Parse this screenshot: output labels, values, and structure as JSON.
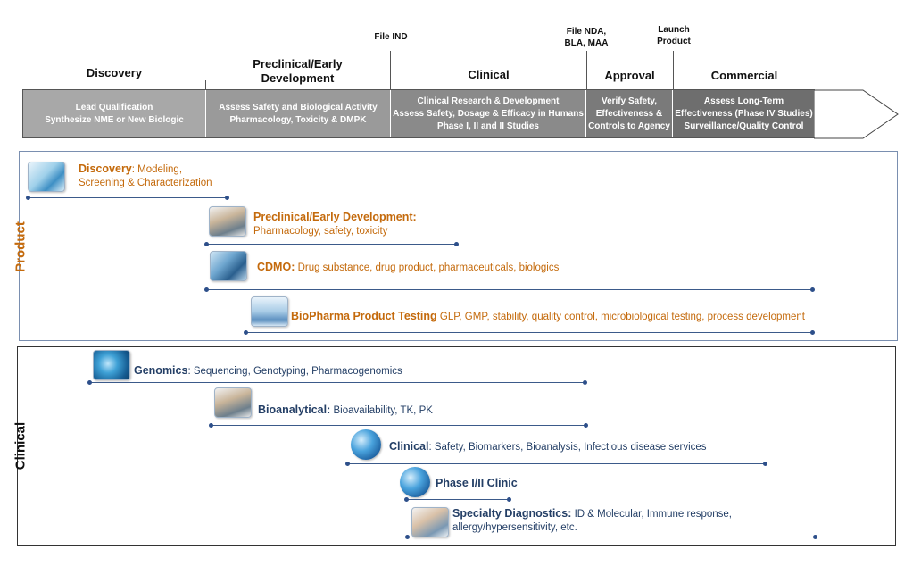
{
  "milestones": {
    "file_ind": "File IND",
    "file_nda": [
      "File NDA,",
      "BLA, MAA"
    ],
    "launch": [
      "Launch",
      "Product"
    ]
  },
  "phases": [
    {
      "title": [
        "Discovery"
      ],
      "band": [
        "Lead Qualification",
        "Synthesize NME or New Biologic"
      ],
      "color": "#a8a8a8"
    },
    {
      "title": [
        "Preclinical/Early",
        "Development"
      ],
      "band": [
        "Assess Safety and Biological Activity",
        "Pharmacology, Toxicity & DMPK"
      ],
      "color": "#9a9a9a"
    },
    {
      "title": [
        "Clinical"
      ],
      "band": [
        "Clinical Research & Development",
        "Assess Safety, Dosage & Efficacy in Humans",
        "Phase I, II and II Studies"
      ],
      "color": "#8a8a8a"
    },
    {
      "title": [
        "Approval"
      ],
      "band": [
        "Verify Safety,",
        "Effectiveness &",
        "Controls to Agency"
      ],
      "color": "#7a7a7a"
    },
    {
      "title": [
        "Commercial"
      ],
      "band": [
        "Assess Long-Term",
        "Effectiveness (Phase IV Studies)",
        "Surveillance/Quality Control"
      ],
      "color": "#6e6e6e"
    }
  ],
  "product_panel": {
    "label": "Product",
    "label_color": "#c46a0c",
    "items": [
      {
        "name": "Discovery",
        "sep": ": ",
        "line1": "Modeling,",
        "line2": "Screening & Characterization"
      },
      {
        "name": "Preclinical/Early Development:",
        "sep": "",
        "line1": "",
        "line2": "Pharmacology, safety, toxicity"
      },
      {
        "name": "CDMO:",
        "sep": " ",
        "line1": "Drug substance, drug product, pharmaceuticals, biologics",
        "line2": ""
      },
      {
        "name": "BioPharma Product Testing",
        "sep": " ",
        "line1": "GLP, GMP, stability, quality control,  microbiological testing, process development",
        "line2": ""
      }
    ]
  },
  "clinical_panel": {
    "label": "Clinical",
    "label_color": "#111111",
    "items": [
      {
        "name": "Genomics",
        "sep": ": ",
        "line1": "Sequencing, Genotyping, Pharmacogenomics",
        "line2": ""
      },
      {
        "name": "Bioanalytical:",
        "sep": " ",
        "line1": "Bioavailability, TK, PK",
        "line2": ""
      },
      {
        "name": "Clinical",
        "sep": ": ",
        "line1": "Safety, Biomarkers, Bioanalysis, Infectious disease services",
        "line2": ""
      },
      {
        "name": "Phase I/II Clinic",
        "sep": "",
        "line1": "",
        "line2": ""
      },
      {
        "name": "Specialty Diagnostics:",
        "sep": "  ",
        "line1": "ID & Molecular, Immune response,",
        "line2": "allergy/hypersensitivity, etc."
      }
    ]
  },
  "colors": {
    "product": "#c46a0c",
    "clinical": "#243f66",
    "range_line": "#3b5a8a"
  }
}
